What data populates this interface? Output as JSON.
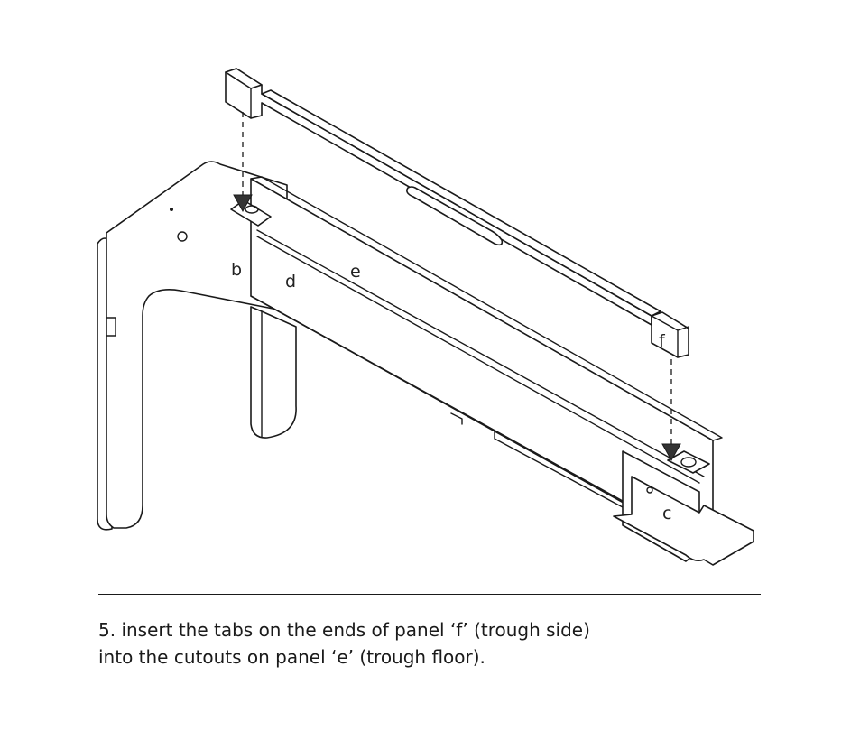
{
  "diagram": {
    "labels": {
      "b": "b",
      "c": "c",
      "d": "d",
      "e": "e",
      "f": "f"
    }
  },
  "caption": {
    "line1": "5. insert the tabs on the ends of panel ‘f’ (trough side)",
    "line2": "into the cutouts on panel ‘e’ (trough floor)."
  }
}
